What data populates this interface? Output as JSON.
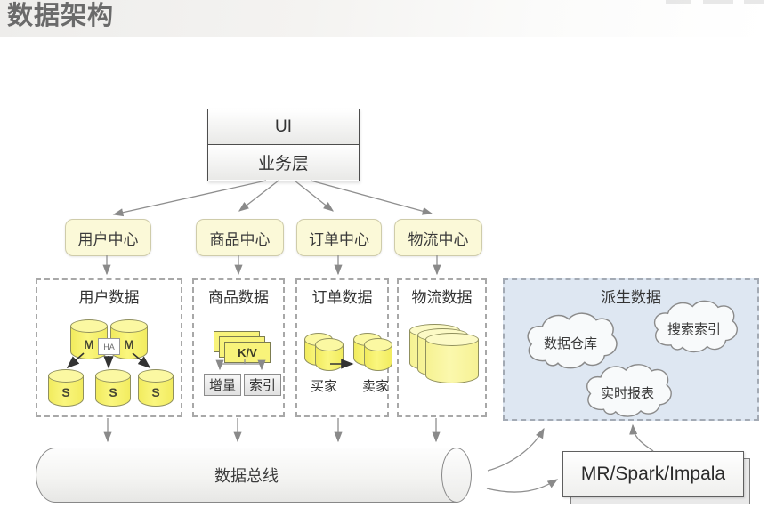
{
  "header": {
    "title": "数据架构"
  },
  "app": {
    "rows": [
      {
        "label": "UI"
      },
      {
        "label": "业务层"
      }
    ]
  },
  "centers": [
    {
      "label": "用户中心"
    },
    {
      "label": "商品中心"
    },
    {
      "label": "订单中心"
    },
    {
      "label": "物流中心"
    }
  ],
  "sections": {
    "user": {
      "title": "用户数据",
      "masters": [
        "M",
        "M"
      ],
      "ha_label": "HA",
      "slaves": [
        "S",
        "S",
        "S"
      ]
    },
    "product": {
      "title": "商品数据",
      "kv_label": "K/V",
      "outputs": [
        "增量",
        "索引"
      ]
    },
    "order": {
      "title": "订单数据",
      "groups": [
        {
          "label": "买家"
        },
        {
          "label": "卖家"
        }
      ]
    },
    "logistics": {
      "title": "物流数据"
    }
  },
  "derived": {
    "title": "派生数据",
    "clouds": [
      {
        "label": "数据仓库"
      },
      {
        "label": "搜索索引"
      },
      {
        "label": "实时报表"
      }
    ]
  },
  "bus": {
    "label": "数据总线"
  },
  "compute": {
    "label": "MR/Spark/Impala"
  },
  "colors": {
    "cylinder_yellow": "#F7F26F",
    "pale_yellow_box": "#FBF9D8",
    "derived_bg": "#DEE7F2",
    "connector_gray": "#8A8A8A",
    "title_gray": "#6A6A6A"
  }
}
